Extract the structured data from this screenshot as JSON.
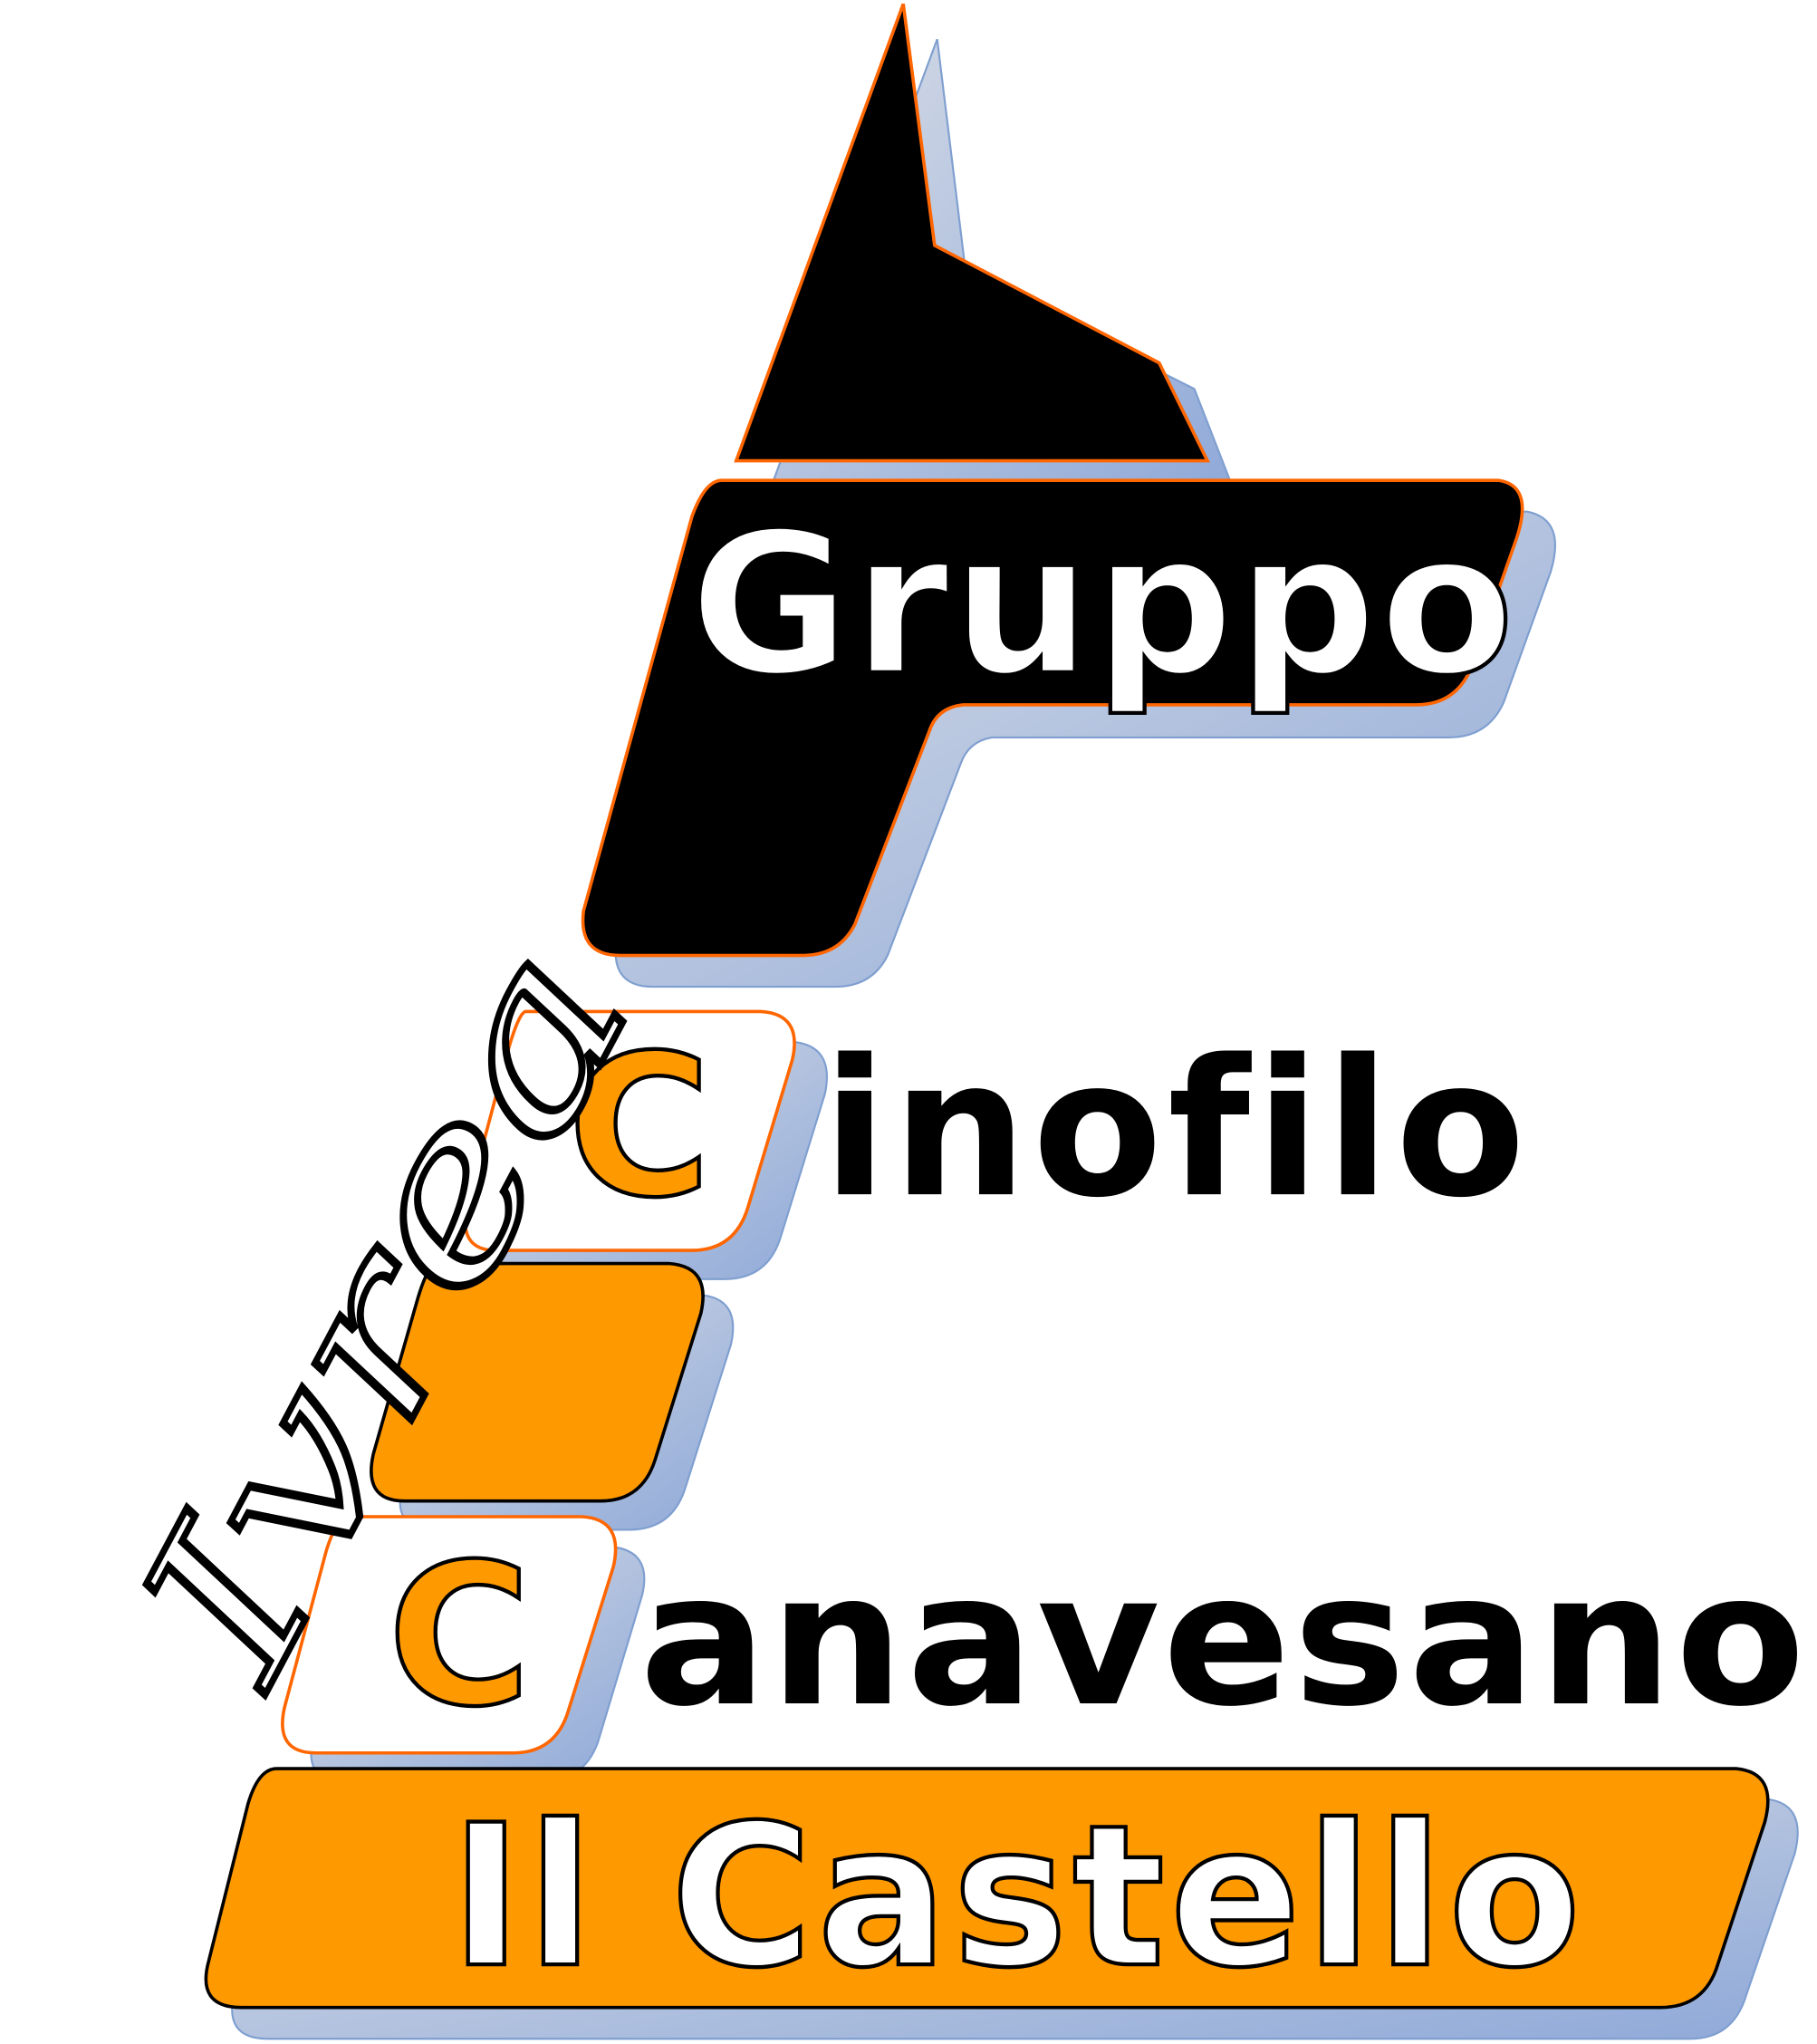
{
  "logo": {
    "word_gruppo": "Gruppo",
    "word_ivrea": "Ivrea",
    "letter_c_top": "C",
    "word_inofilo": "inofilo",
    "letter_c_bottom": "C",
    "word_anavesano": "anavesano",
    "word_il_castello": "Il Castello"
  },
  "colors": {
    "orange": "#FF9900",
    "black": "#000000",
    "white": "#FFFFFF",
    "outline_orange": "#FF6600",
    "shadow_blue": "#9AB0D8"
  }
}
